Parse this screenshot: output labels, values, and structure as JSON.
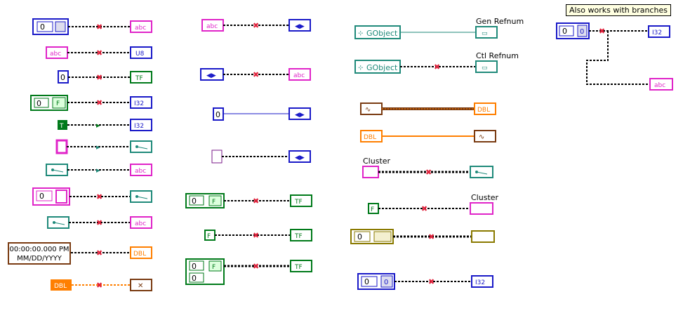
{
  "labels": {
    "gen_refnum": "Gen Refnum",
    "ctl_refnum": "Ctl Refnum",
    "cluster_top": "Cluster",
    "cluster_mid": "Cluster",
    "branches_tip": "Also works with branches",
    "gobject_1": "GObject",
    "gobject_2": "GObject",
    "timestamp_line1": "00:00:00.000 PM",
    "timestamp_line2": "MM/DD/YYYY"
  },
  "terminal_text": {
    "abc": "abc",
    "u8": "U8",
    "tf": "TF",
    "i32": "I32",
    "dbl": "DBL",
    "zero": "0",
    "f": "F",
    "t": "T"
  },
  "colors": {
    "string": "#e024c8",
    "integer": "#1a1ac8",
    "boolean": "#007a1a",
    "double": "#ff7f00",
    "refnum": "#1f8a7a",
    "timestamp": "#7a3b12",
    "cluster": "#8a7a00",
    "coercion_x": "#e0203a",
    "wire_black": "#000000"
  }
}
